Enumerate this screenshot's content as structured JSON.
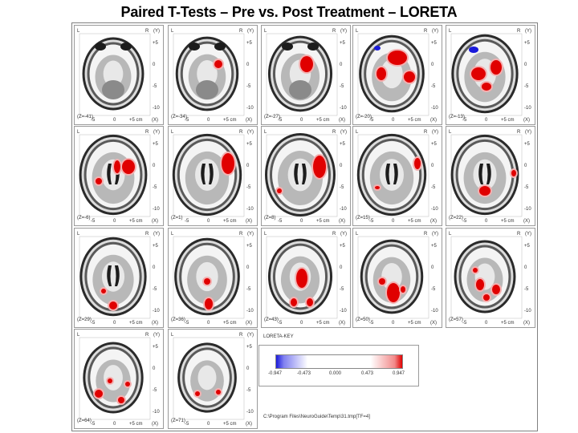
{
  "title": "Paired T-Tests – Pre vs. Post Treatment – LORETA",
  "axis_labels": {
    "left": "L",
    "right": "R",
    "y": "(Y)",
    "x_ticks": [
      "-5",
      "0",
      "+5 cm",
      "(X)"
    ],
    "y_ticks": [
      "+5",
      "0",
      "-5",
      "-10"
    ]
  },
  "slices": [
    {
      "z": "(Z=-41)",
      "blobs": [],
      "blue": []
    },
    {
      "z": "(Z=-34)",
      "blobs": [
        [
          62,
          48,
          5,
          5
        ]
      ],
      "blue": []
    },
    {
      "z": "(Z=-27)",
      "blobs": [
        [
          56,
          48,
          8,
          10
        ]
      ],
      "blue": []
    },
    {
      "z": "(Z=-20)",
      "blobs": [
        [
          55,
          40,
          12,
          9
        ],
        [
          35,
          60,
          6,
          8
        ],
        [
          70,
          64,
          7,
          7
        ]
      ],
      "blue": [
        [
          30,
          28,
          4,
          3
        ]
      ]
    },
    {
      "z": "(Z=-13)",
      "blobs": [
        [
          40,
          60,
          9,
          8
        ],
        [
          62,
          52,
          7,
          9
        ],
        [
          50,
          76,
          6,
          5
        ]
      ],
      "blue": [
        [
          34,
          30,
          6,
          4
        ]
      ]
    },
    {
      "z": "(Z=-6)",
      "blobs": [
        [
          67,
          50,
          8,
          9
        ],
        [
          53,
          50,
          4,
          8
        ],
        [
          30,
          68,
          4,
          4
        ]
      ],
      "blue": []
    },
    {
      "z": "(Z=1)",
      "blobs": [
        [
          74,
          46,
          8,
          13
        ]
      ],
      "blue": []
    },
    {
      "z": "(Z=8)",
      "blobs": [
        [
          72,
          50,
          8,
          14
        ],
        [
          22,
          80,
          3,
          3
        ]
      ],
      "blue": []
    },
    {
      "z": "(Z=15)",
      "blobs": [
        [
          80,
          46,
          4,
          7
        ],
        [
          30,
          76,
          3,
          2
        ]
      ],
      "blue": []
    },
    {
      "z": "(Z=22)",
      "blobs": [
        [
          48,
          80,
          7,
          6
        ],
        [
          84,
          58,
          3,
          4
        ]
      ],
      "blue": []
    },
    {
      "z": "(Z=29)",
      "blobs": [
        [
          48,
          96,
          5,
          5
        ],
        [
          36,
          78,
          3,
          3
        ]
      ],
      "blue": []
    },
    {
      "z": "(Z=36)",
      "blobs": [
        [
          50,
          94,
          5,
          7
        ],
        [
          48,
          66,
          4,
          4
        ]
      ],
      "blue": []
    },
    {
      "z": "(Z=43)",
      "blobs": [
        [
          50,
          62,
          7,
          12
        ],
        [
          40,
          92,
          4,
          5
        ],
        [
          60,
          92,
          4,
          5
        ]
      ],
      "blue": []
    },
    {
      "z": "(Z=50)",
      "blobs": [
        [
          50,
          80,
          8,
          12
        ],
        [
          36,
          66,
          4,
          4
        ],
        [
          62,
          76,
          3,
          4
        ]
      ],
      "blue": []
    },
    {
      "z": "(Z=57)",
      "blobs": [
        [
          42,
          70,
          5,
          7
        ],
        [
          62,
          76,
          5,
          6
        ],
        [
          50,
          86,
          4,
          4
        ],
        [
          36,
          52,
          3,
          3
        ]
      ],
      "blue": []
    },
    {
      "z": "(Z=64)",
      "blobs": [
        [
          30,
          80,
          5,
          5
        ],
        [
          44,
          64,
          3,
          3
        ],
        [
          58,
          88,
          4,
          4
        ],
        [
          66,
          68,
          3,
          3
        ]
      ],
      "blue": []
    },
    {
      "z": "(Z=71)",
      "blobs": [
        [
          36,
          80,
          3,
          3
        ],
        [
          62,
          78,
          3,
          3
        ]
      ],
      "blue": []
    }
  ],
  "key": {
    "title": "LORETA-KEY",
    "ticks": [
      "-0.947",
      "-0.473",
      "0.000",
      "0.473",
      "0.947"
    ],
    "negative_color": "#1a1adb",
    "positive_color": "#e00000"
  },
  "file_path": "C:\\Program Files\\NeuroGuide\\Temp\\31.tmp[TF=4]"
}
